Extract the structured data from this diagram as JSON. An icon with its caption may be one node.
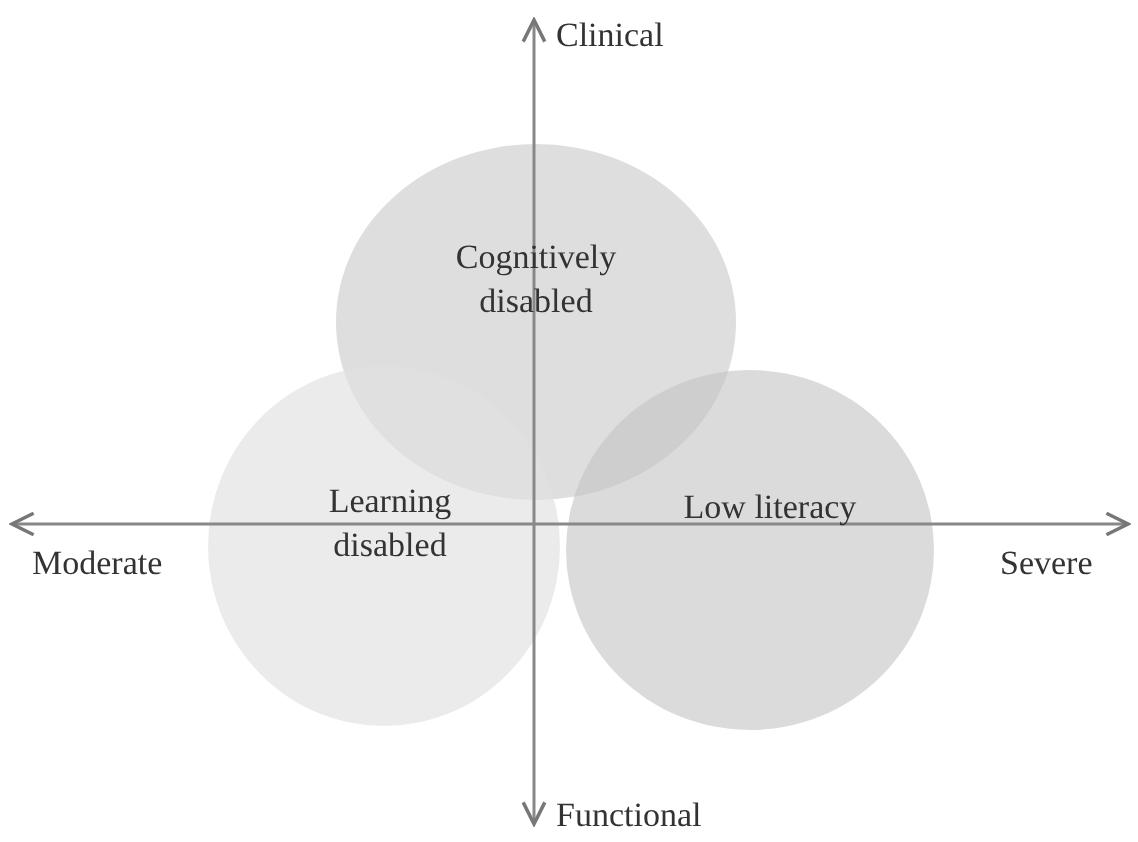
{
  "diagram": {
    "nodes": [
      {
        "text": [
          "Cognitively disabled"
        ]
      },
      {
        "text": [
          "Learning disabled"
        ]
      },
      {
        "text": [
          "Low literacy"
        ]
      }
    ],
    "edges": [],
    "labels": [
      "Clinical",
      "Moderate",
      "Severe",
      "Functional"
    ]
  }
}
